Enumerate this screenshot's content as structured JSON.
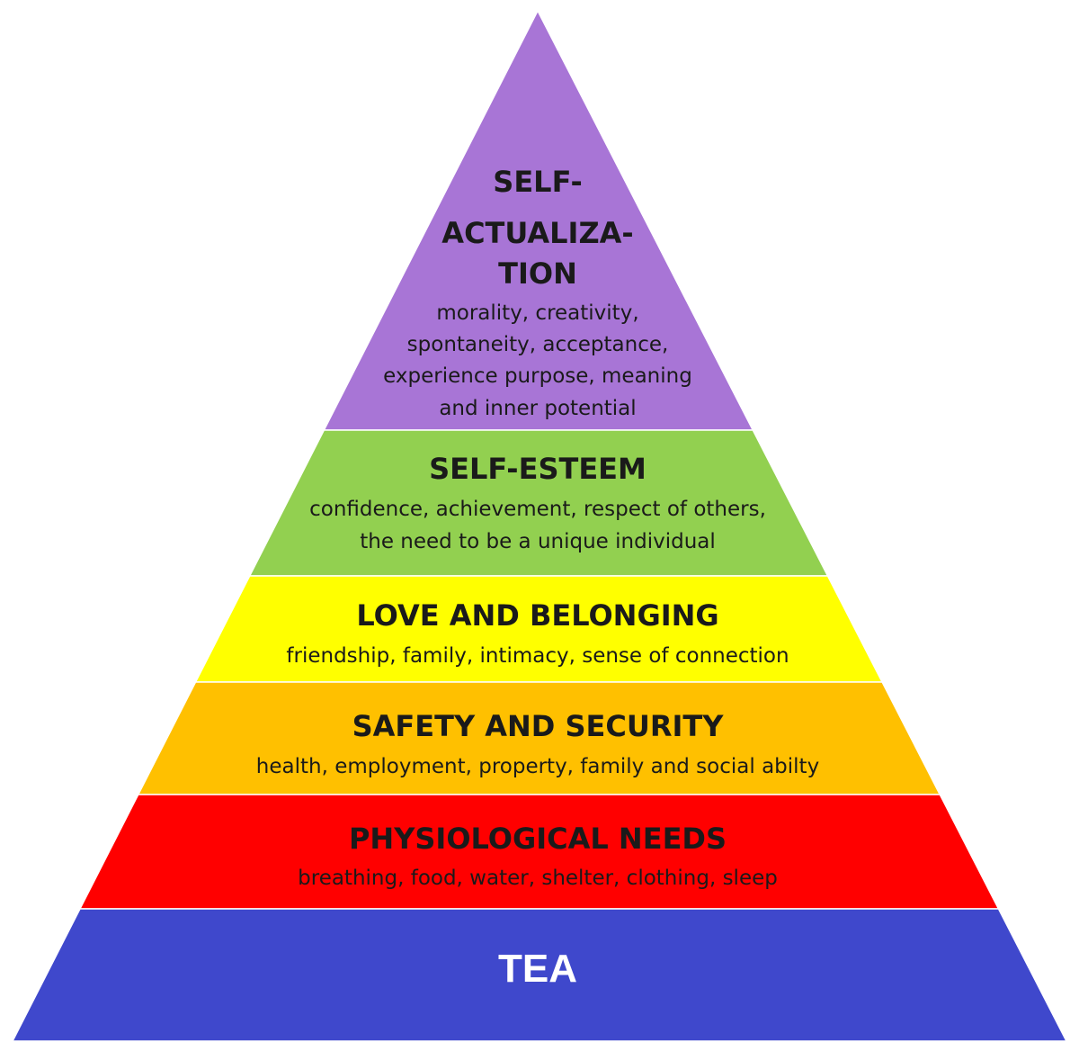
{
  "pyramid": {
    "levels": [
      {
        "id": "self-actualization",
        "title_lines": [
          "SELF-",
          "ACTUALIZA-",
          "TION"
        ],
        "desc_lines": [
          "morality, creativity,",
          "spontaneity, acceptance,",
          "experience purpose, meaning",
          "and inner potential"
        ],
        "color": "#A875D6",
        "text_color": "#1a1a1a"
      },
      {
        "id": "self-esteem",
        "title_lines": [
          "SELF-ESTEEM"
        ],
        "desc_lines": [
          "confidence, achievement, respect of others,",
          "the need to be a unique individual"
        ],
        "color": "#92D050",
        "text_color": "#1a1a1a"
      },
      {
        "id": "love-and-belonging",
        "title_lines": [
          "LOVE AND BELONGING"
        ],
        "desc_lines": [
          "friendship, family, intimacy, sense of connection"
        ],
        "color": "#FFFF00",
        "text_color": "#1a1a1a"
      },
      {
        "id": "safety-and-security",
        "title_lines": [
          "SAFETY AND SECURITY"
        ],
        "desc_lines": [
          "health, employment, property, family and social abilty"
        ],
        "color": "#FFC000",
        "text_color": "#1a1a1a"
      },
      {
        "id": "physiological-needs",
        "title_lines": [
          "PHYSIOLOGICAL NEEDS"
        ],
        "desc_lines": [
          "breathing, food, water, shelter, clothing, sleep"
        ],
        "color": "#FF0000",
        "text_color": "#1a1a1a"
      },
      {
        "id": "tea",
        "title_lines": [
          "TEA"
        ],
        "desc_lines": [],
        "color": "#3F48CC",
        "text_color": "#ffffff"
      }
    ]
  }
}
